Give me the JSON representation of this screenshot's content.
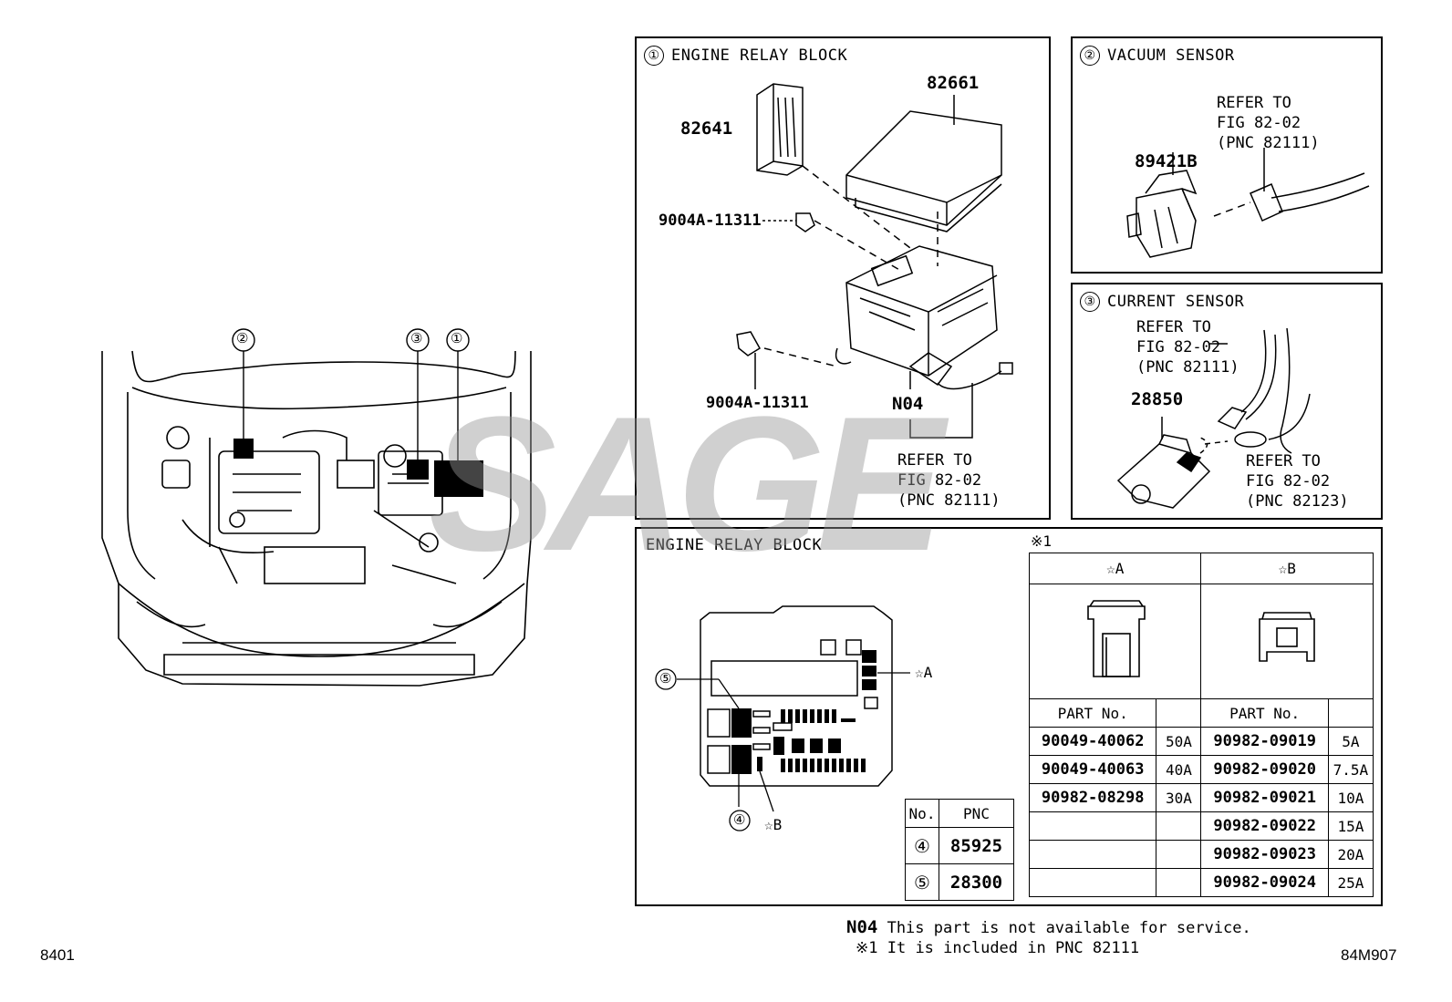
{
  "page": {
    "id_left": "8401",
    "id_right": "84M907",
    "watermark": "SAGE"
  },
  "overview": {
    "callouts": [
      "①",
      "②",
      "③"
    ]
  },
  "panel1": {
    "num": "①",
    "title": "ENGINE RELAY BLOCK",
    "parts": {
      "cover": "82661",
      "relay": "82641",
      "bolt_top": "9004A-11311",
      "bolt_bottom": "9004A-11311",
      "n04": "N04"
    },
    "ref": "REFER TO\nFIG 82-02\n(PNC 82111)"
  },
  "panel2": {
    "num": "②",
    "title": "VACUUM SENSOR",
    "part": "89421B",
    "ref": "REFER TO\nFIG 82-02\n(PNC 82111)"
  },
  "panel3": {
    "num": "③",
    "title": "CURRENT SENSOR",
    "part": "28850",
    "ref_top": "REFER TO\nFIG 82-02\n(PNC 82111)",
    "ref_bottom": "REFER TO\nFIG 82-02\n(PNC 82123)"
  },
  "panel4": {
    "title": "ENGINE RELAY BLOCK",
    "markers": {
      "a": "☆A",
      "b": "☆B",
      "c4": "④",
      "c5": "⑤"
    },
    "pnc_table": {
      "headers": [
        "No.",
        "PNC"
      ],
      "rows": [
        {
          "no": "④",
          "pnc": "85925"
        },
        {
          "no": "⑤",
          "pnc": "28300"
        }
      ]
    },
    "fuse_note": "※1",
    "fuse_table": {
      "type_a": "☆A",
      "type_b": "☆B",
      "part_header": "PART No.",
      "rows_a": [
        {
          "part": "90049-40062",
          "amp": "50A"
        },
        {
          "part": "90049-40063",
          "amp": "40A"
        },
        {
          "part": "90982-08298",
          "amp": "30A"
        },
        {
          "part": "",
          "amp": ""
        },
        {
          "part": "",
          "amp": ""
        },
        {
          "part": "",
          "amp": ""
        }
      ],
      "rows_b": [
        {
          "part": "90982-09019",
          "amp": "5A"
        },
        {
          "part": "90982-09020",
          "amp": "7.5A"
        },
        {
          "part": "90982-09021",
          "amp": "10A"
        },
        {
          "part": "90982-09022",
          "amp": "15A"
        },
        {
          "part": "90982-09023",
          "amp": "20A"
        },
        {
          "part": "90982-09024",
          "amp": "25A"
        }
      ]
    }
  },
  "footnotes": {
    "n04_code": "N04",
    "n04_text": "This part is not available for service.",
    "note1_mark": "※1",
    "note1_text": "It is included in PNC 82111"
  }
}
